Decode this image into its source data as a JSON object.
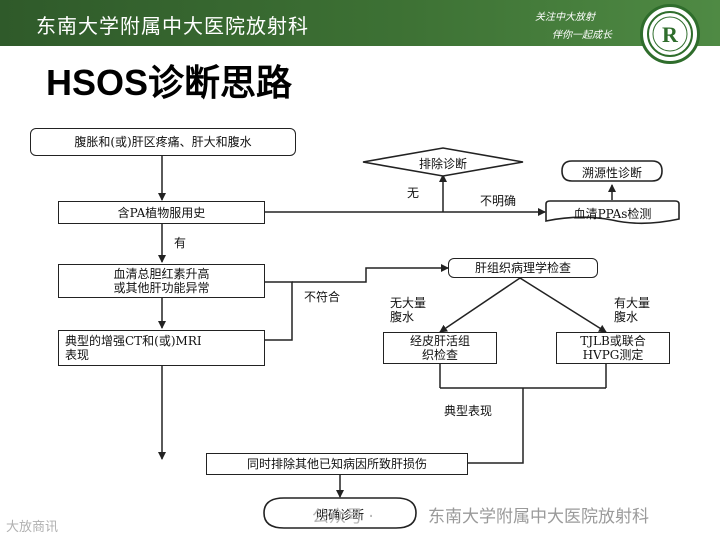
{
  "header": {
    "banner_title": "东南大学附属中大医院放射科",
    "slogan_line1": "关注中大放射",
    "slogan_line2": "伴你一起成长",
    "logo_glyph": "R"
  },
  "page": {
    "title": "HSOS诊断思路"
  },
  "flowchart": {
    "nodes": {
      "symptoms": "腹胀和(或)肝区疼痛、肝大和腹水",
      "exclude_diagnosis": "排除诊断",
      "trace_diagnosis": "溯源性诊断",
      "pa_history": "含PA植物服用史",
      "ppas_test": "血清PPAs检测",
      "liver_function": "血清总胆红素升高\n或其他肝功能异常",
      "pathology": "肝组织病理学检查",
      "ct_mri": "典型的增强CT和(或)MRI\n表现",
      "percutaneous_biopsy": "经皮肝活组\n织检查",
      "tjlb_hvpg": "TJLB或联合\nHVPG测定",
      "exclude_others": "同时排除其他已知病因所致肝损伤",
      "confirmed": "明确诊断"
    },
    "edge_labels": {
      "no": "无",
      "unclear": "不明确",
      "yes": "有",
      "inconsistent": "不符合",
      "no_massive_ascites": "无大量\n腹水",
      "massive_ascites": "有大量\n腹水",
      "typical_findings": "典型表现"
    }
  },
  "watermark": {
    "gzh_label": "公众号 ·",
    "text": "东南大学附属中大医院放射科",
    "bottom_left": "大放商讯"
  }
}
